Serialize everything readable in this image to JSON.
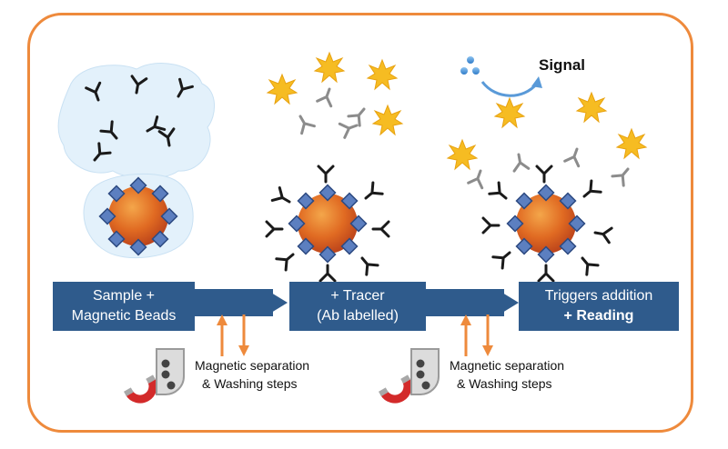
{
  "boxes": {
    "step1": [
      "Sample +",
      "Magnetic Beads"
    ],
    "step2": [
      "+ Tracer",
      "(Ab labelled)"
    ],
    "step3_line1": "Triggers addition",
    "step3_line2": "+ Reading"
  },
  "separation": {
    "first": [
      "Magnetic separation",
      "& Washing steps"
    ],
    "second": [
      "Magnetic separation",
      "& Washing steps"
    ]
  },
  "signal_label": "Signal",
  "colors": {
    "frame": "#ee8a3c",
    "box": "#2f5b8c",
    "arrow": "#ee8a3c",
    "star": "#f4b71e",
    "bead": "#d5541f",
    "diamond": "#4c6fae",
    "fluid": "#e2f0fb",
    "drops": "#4a90d9"
  },
  "icons": [
    "antibody-icon",
    "magnetic-bead-icon",
    "tracer-star-icon",
    "magnet-icon",
    "tube-icon",
    "droplet-icon"
  ]
}
